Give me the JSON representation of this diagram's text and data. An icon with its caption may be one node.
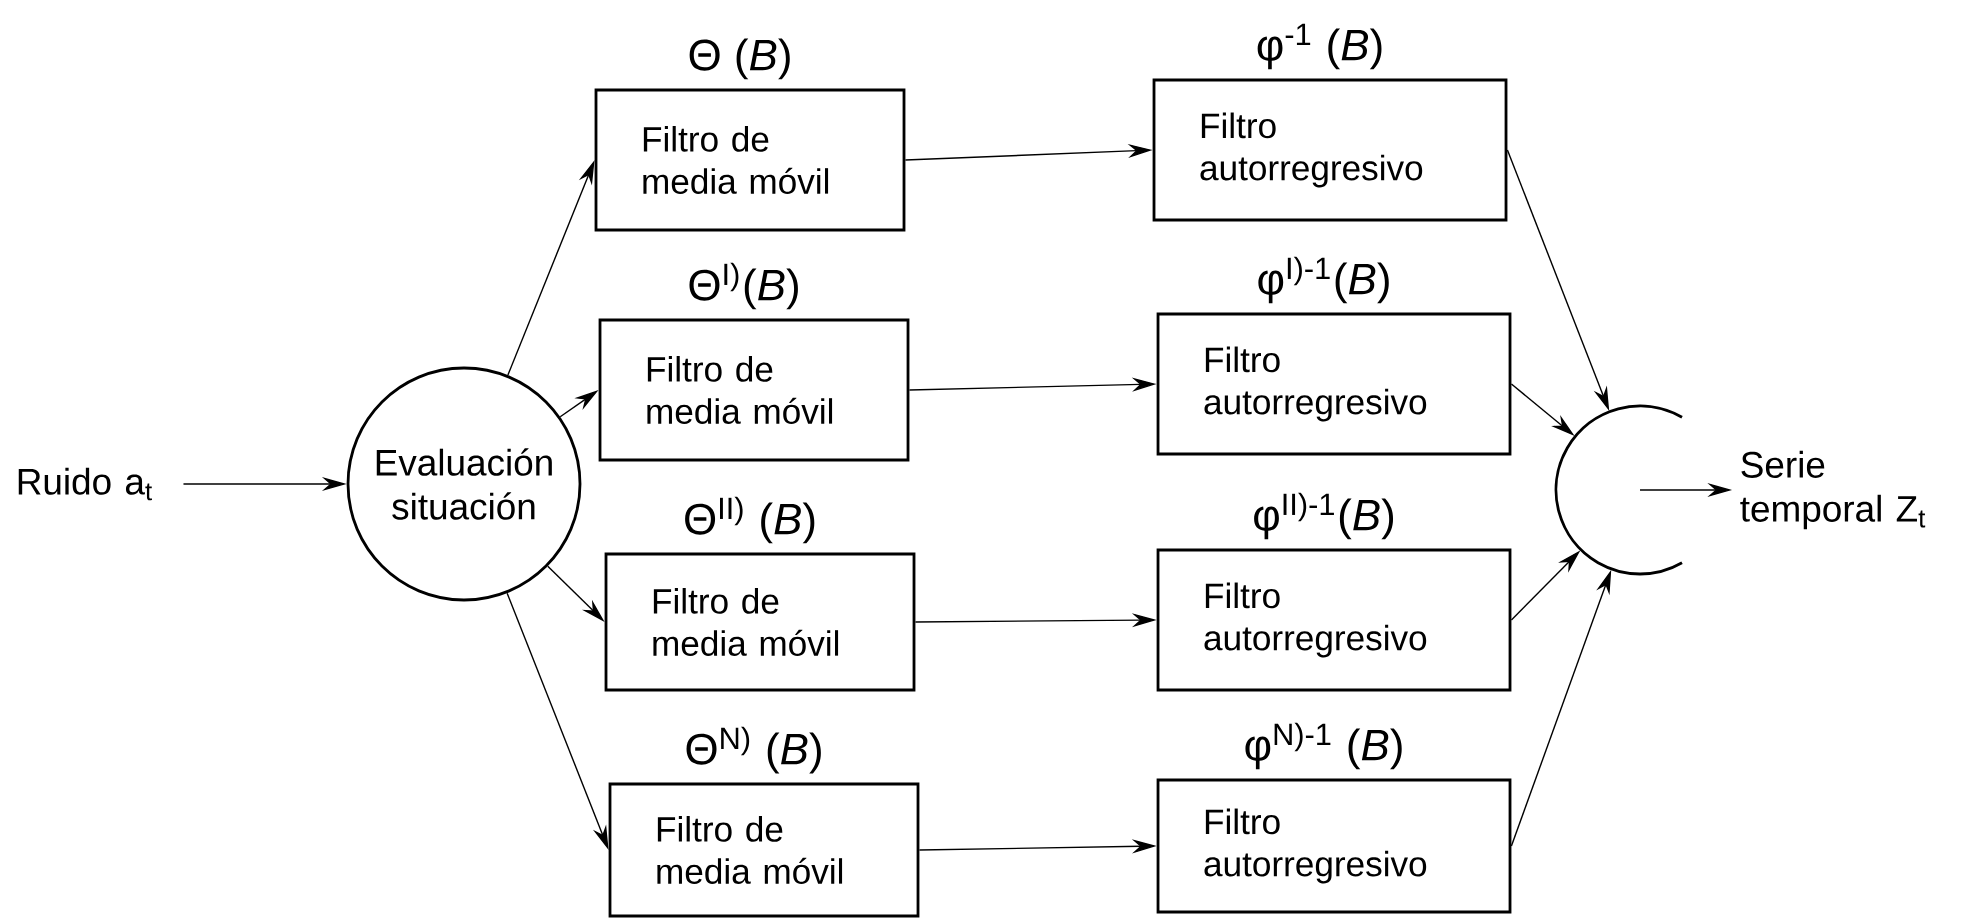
{
  "diagram": {
    "nodes": [
      {
        "text": [
          "Ruido a$_{t}$"
        ]
      },
      {
        "text": [
          "Evaluación situación"
        ]
      },
      {
        "text": [
          "Θ (*B*)",
          "Filtro de media móvil"
        ]
      },
      {
        "text": [
          "Θ$^{I)}$(*B*)",
          "Filtro de media móvil"
        ]
      },
      {
        "text": [
          "Θ$^{II)}$ (*B*)",
          "Filtro de media móvil"
        ]
      },
      {
        "text": [
          "Θ$^{N)}$ (*B*)",
          "Filtro de media móvil"
        ]
      },
      {
        "text": [
          "φ$^{-1}$ (*B*)",
          "Filtro autorregresivo"
        ]
      },
      {
        "text": [
          "φ$^{I)-1}$(*B*)",
          "Filtro autorregresivo"
        ]
      },
      {
        "text": [
          "φ$^{II)-1}$(*B*)",
          "Filtro autorregresivo"
        ]
      },
      {
        "text": [
          "φ$^{N)-1}$ (*B*)",
          "Filtro autorregresivo"
        ]
      },
      {
        "text": [],
        "shape": "arc"
      },
      {
        "text": [
          "Serie temporal Z$_{t}$"
        ]
      }
    ],
    "edges": [
      {
        "from": 0,
        "to": 1,
        "arrow": "to"
      },
      {
        "from": 1,
        "to": 2,
        "arrow": "to"
      },
      {
        "from": 1,
        "to": 3,
        "arrow": "to"
      },
      {
        "from": 1,
        "to": 4,
        "arrow": "to"
      },
      {
        "from": 1,
        "to": 5,
        "arrow": "to"
      },
      {
        "from": 2,
        "to": 6,
        "arrow": "to"
      },
      {
        "from": 3,
        "to": 7,
        "arrow": "to"
      },
      {
        "from": 4,
        "to": 8,
        "arrow": "to"
      },
      {
        "from": 5,
        "to": 9,
        "arrow": "to"
      },
      {
        "from": 6,
        "to": 10,
        "arrow": "to"
      },
      {
        "from": 7,
        "to": 10,
        "arrow": "to"
      },
      {
        "from": 8,
        "to": 10,
        "arrow": "to"
      },
      {
        "from": 9,
        "to": 10,
        "arrow": "to"
      },
      {
        "from": 10,
        "to": 11,
        "arrow": "to"
      }
    ]
  }
}
